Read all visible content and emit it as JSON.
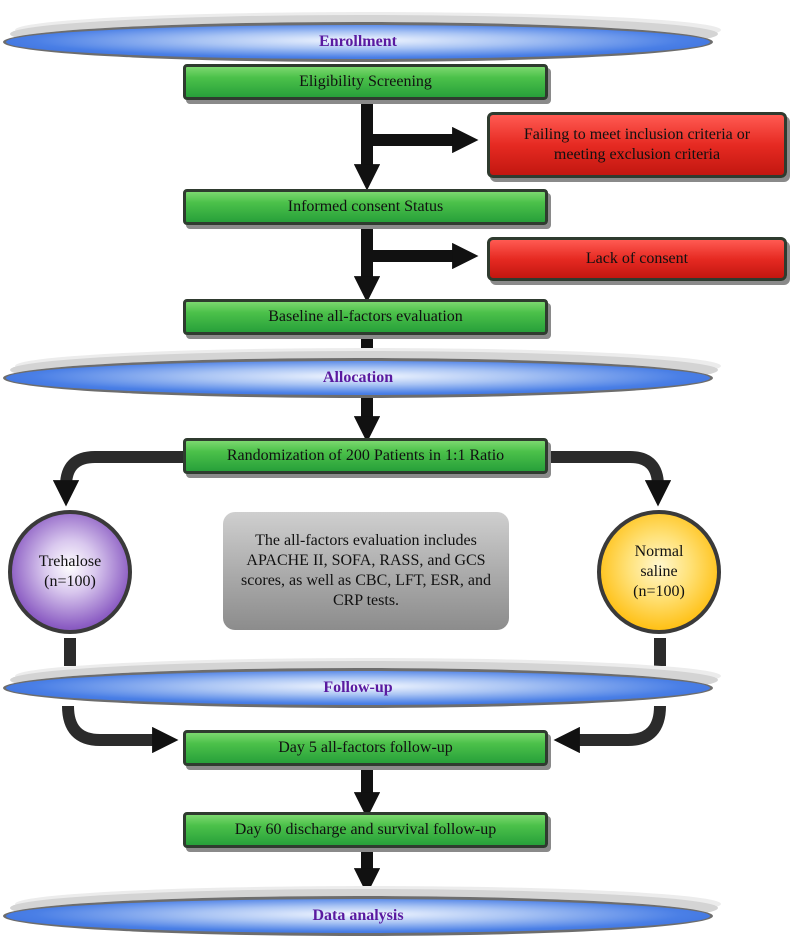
{
  "phases": {
    "enrollment": "Enrollment",
    "allocation": "Allocation",
    "follow_up": "Follow-up",
    "data_analysis": "Data analysis"
  },
  "steps": {
    "eligibility": "Eligibility Screening",
    "consent": "Informed consent Status",
    "baseline": "Baseline all-factors evaluation",
    "randomization": "Randomization of 200 Patients in 1:1 Ratio",
    "day5": "Day 5 all-factors follow-up",
    "day60": "Day 60 discharge and survival follow-up"
  },
  "exclusions": {
    "criteria": "Failing to meet inclusion criteria or meeting exclusion criteria",
    "consent": "Lack of consent"
  },
  "groups": {
    "trehalose": {
      "name": "Trehalose",
      "n": "(n=100)"
    },
    "saline": {
      "name_line1": "Normal",
      "name_line2": "saline",
      "n": "(n=100)"
    }
  },
  "note": "The all-factors evaluation includes APACHE II, SOFA, RASS, and GCS scores, as well as CBC, LFT, ESR, and CRP tests.",
  "colors": {
    "step_green": "#3fb543",
    "exclusion_red": "#e62a22",
    "phase_blue": "#4a7fe6",
    "phase_text": "#5a1aa0",
    "trehalose_purple": "#8d5fc4",
    "saline_yellow": "#ffc21a",
    "note_gray": "#a9a9a9",
    "arrow": "#111111"
  }
}
